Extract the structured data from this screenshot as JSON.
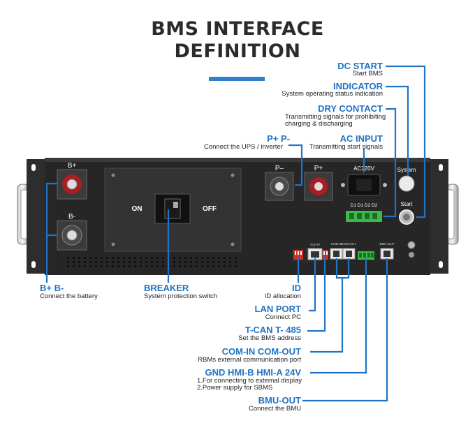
{
  "title": {
    "line1": "BMS INTERFACE",
    "line2": "DEFINITION"
  },
  "colors": {
    "accent": "#2f7fcf",
    "panel": "#2b2b2b",
    "label": "#1f74c6"
  },
  "panel": {
    "switch_on": "ON",
    "switch_off": "OFF",
    "terminal_bplus": "B+",
    "terminal_bminus": "B-",
    "terminal_p_minus": "P–",
    "terminal_p_plus": "P+",
    "ac_socket": "AC220V",
    "dry_contact_pins": "D1 D1 D2 D2",
    "system_label": "System",
    "start_label": "Start",
    "tcp_ip": "TCP-IP",
    "com_in": "COM-IN",
    "com_out": "COM-OUT",
    "bmu_out": "BMU-OUT"
  },
  "callouts": {
    "dc_start": {
      "title": "DC START",
      "desc": "Start BMS"
    },
    "indicator": {
      "title": "INDICATOR",
      "desc": "System operating status indication"
    },
    "dry_contact": {
      "title": "DRY CONTACT",
      "desc1": "Transmitting signals for prohibiting",
      "desc2": "charging & discharging"
    },
    "ac_input": {
      "title": "AC INPUT",
      "desc": "Transmitting start signals"
    },
    "p_plus_minus": {
      "title": "P+ P-",
      "desc": "Connect the UPS / inverter"
    },
    "b_plus_minus": {
      "title": "B+ B-",
      "desc": "Connect the battery"
    },
    "breaker": {
      "title": "BREAKER",
      "desc": "System protection switch"
    },
    "id": {
      "title": "ID",
      "desc": "ID allocation"
    },
    "lan_port": {
      "title": "LAN PORT",
      "desc": "Connect PC"
    },
    "tcan": {
      "title": "T-CAN T- 485",
      "desc": "Set the BMS address"
    },
    "com": {
      "title": "COM-IN COM-OUT",
      "desc": "RBMs external communication port"
    },
    "gnd": {
      "title": "GND HMI-B HMI-A 24V",
      "desc1": "1.For connecting to external display",
      "desc2": "2.Power supply for SBMS"
    },
    "bmu_out": {
      "title": "BMU-OUT",
      "desc": "Connect the BMU"
    }
  }
}
